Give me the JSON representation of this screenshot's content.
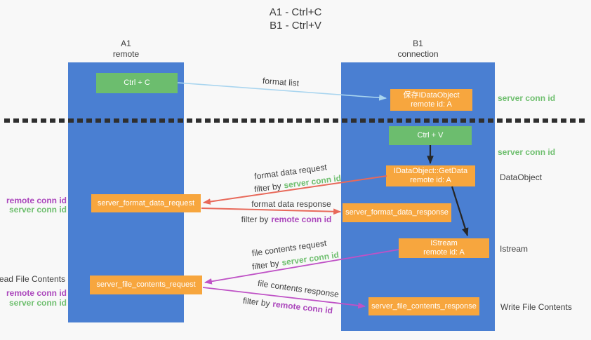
{
  "title": {
    "line1": "A1 - Ctrl+C",
    "line2": "B1 - Ctrl+V"
  },
  "columns": {
    "left": {
      "name": "A1",
      "subtitle": "remote"
    },
    "right": {
      "name": "B1",
      "subtitle": "connection"
    }
  },
  "nodes": {
    "ctrl_c": {
      "label": "Ctrl + C"
    },
    "ctrl_v": {
      "label": "Ctrl + V"
    },
    "save_dataobject": {
      "line1": "保存IDataObject",
      "line2": "remote id: A"
    },
    "getdata": {
      "line1": "IDataObject::GetData",
      "line2": "remote id: A"
    },
    "istream": {
      "line1": "IStream",
      "line2": "remote id: A"
    },
    "format_request": {
      "label": "server_format_data_request"
    },
    "format_response": {
      "label": "server_format_data_response"
    },
    "file_request": {
      "label": "server_file_contents_request"
    },
    "file_response": {
      "label": "server_file_contents_response"
    }
  },
  "labels": {
    "format_list": "format list",
    "format_data_request": "format data request",
    "format_data_response": "format data response",
    "file_contents_request": "file contents request",
    "file_contents_response": "file contents response",
    "filter_by": "filter by",
    "server_conn_id": "server conn id",
    "remote_conn_id": "remote conn id",
    "read_file_contents": "Read File Contents",
    "write_file_contents": "Write File Contents",
    "dataobject": "DataObject",
    "istream": "Istream"
  },
  "colors": {
    "background": "#f8f8f8",
    "column_blue": "#4a7fd2",
    "node_green": "#6cbd6e",
    "node_orange": "#f7a63e",
    "arrow_blue": "#a9d5ef",
    "arrow_black": "#262626",
    "arrow_red": "#e8695a",
    "arrow_magenta": "#bf52c6",
    "text_green": "#6fbf6f",
    "text_purple": "#ab47bc"
  }
}
